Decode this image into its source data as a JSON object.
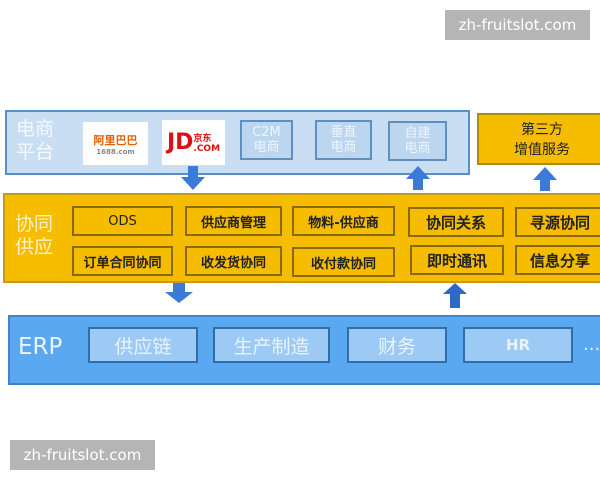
{
  "watermarks": [
    "zh-fruitslot.com",
    "zh-fruitslot.com"
  ],
  "ecommerce": {
    "label_line1": "电商",
    "label_line2": "平台",
    "logos": [
      {
        "name": "alibaba",
        "text": "阿里巴巴",
        "sub": "1688.com"
      },
      {
        "name": "jd",
        "text": "JD",
        "sub": "京东",
        "suffix": ".COM"
      }
    ],
    "boxes": [
      [
        "C2M",
        "电商"
      ],
      [
        "垂直",
        "电商"
      ],
      [
        "自建",
        "电商"
      ]
    ]
  },
  "third_party": {
    "line1": "第三方",
    "line2": "增值服务"
  },
  "collab": {
    "label_line1": "协同",
    "label_line2": "供应",
    "row1": [
      "ODS",
      "供应商管理",
      "物料-供应商",
      "协同关系",
      "寻源协同"
    ],
    "row2": [
      "订单合同协同",
      "收发货协同",
      "收付款协同",
      "即时通讯",
      "信息分享"
    ]
  },
  "erp": {
    "label": "ERP",
    "modules": [
      "供应链",
      "生产制造",
      "财务",
      "HR"
    ],
    "more": "..."
  },
  "colors": {
    "blue_light": "#c9def2",
    "orange": "#f6bc00",
    "erp_blue": "#5aa8ef",
    "arrow": "#3b7ad8"
  }
}
